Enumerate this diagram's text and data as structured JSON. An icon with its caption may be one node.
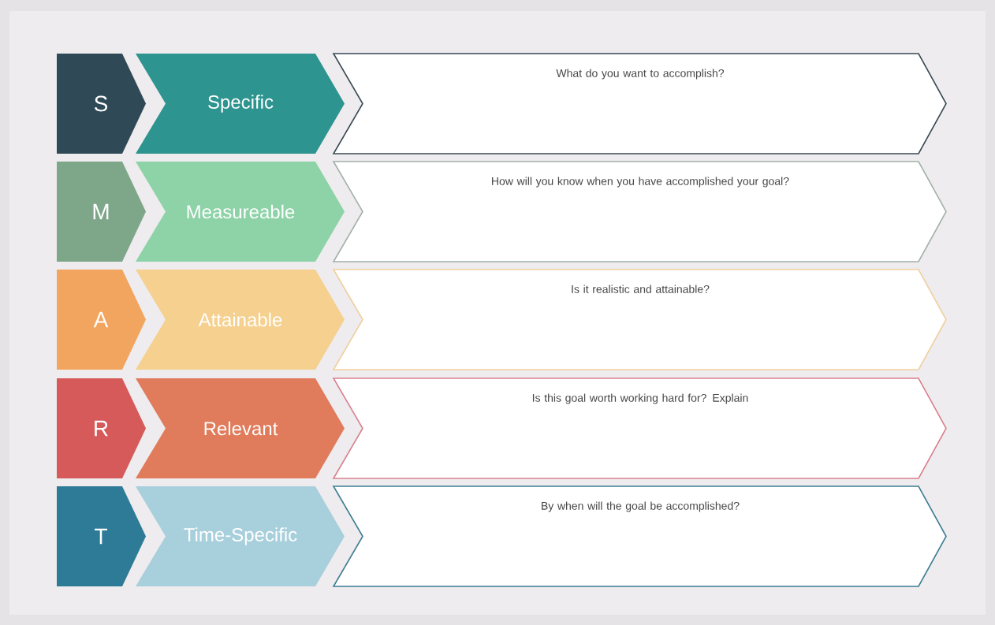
{
  "diagram": {
    "nodes": [
      {
        "text": [
          "S"
        ]
      },
      {
        "text": [
          "Specific"
        ]
      },
      {
        "text": [
          "What do you want to accomplish?"
        ]
      },
      {
        "text": [
          "M"
        ]
      },
      {
        "text": [
          "Measureable"
        ]
      },
      {
        "text": [
          "How will you know when you have accomplished your goal?"
        ]
      },
      {
        "text": [
          "A"
        ]
      },
      {
        "text": [
          "Attainable"
        ]
      },
      {
        "text": [
          "Is it realistic and attainable?"
        ]
      },
      {
        "text": [
          "R"
        ]
      },
      {
        "text": [
          "Relevant"
        ]
      },
      {
        "text": [
          "Is this goal worth working hard for? Explain"
        ]
      },
      {
        "text": [
          "T"
        ]
      },
      {
        "text": [
          "Time-Specific"
        ]
      },
      {
        "text": [
          "By when will the goal be accomplished?"
        ]
      }
    ]
  }
}
